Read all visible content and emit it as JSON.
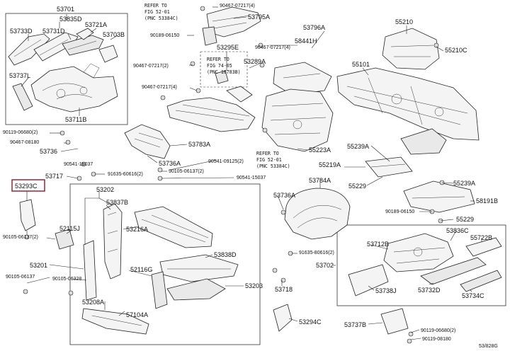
{
  "diagram_code": "53/828G",
  "references": {
    "fig_52_01_a": [
      "REFER TO",
      "FIG 52-01",
      "(PNC 53384C)"
    ],
    "fig_74_05": [
      "REFER TO",
      "FIG 74-05",
      "(PNC 16783B)"
    ],
    "fig_52_01_b": [
      "REFER TO",
      "FIG 52-01",
      "(PNC 53384C)"
    ]
  },
  "parts": {
    "p53701": "53701",
    "p53835d": "53835D",
    "p53733d": "53733D",
    "p53731d": "53731D",
    "p53721a": "53721A",
    "p53703b": "53703B",
    "p53737l": "53737L",
    "p53711b": "53711B",
    "p90467_07217_a": "90467-07217(4)",
    "p53795a": "53795A",
    "p90189_06150_a": "90189-06150",
    "p53295e": "53295E",
    "p90467_07217_b": "90467-07217(2)",
    "p90467_07217_c": "90467-07217(4)",
    "p90467_07217_d": "90467-07217(4)",
    "p53289a": "53289A",
    "p53796a": "53796A",
    "p58441h": "58441H",
    "p55210": "55210",
    "p55210c": "55210C",
    "p55101": "55101",
    "p90119_06680_a": "90119-06680(2)",
    "p90467_08180": "90467-08180",
    "p53736": "53736",
    "p90541_15037_a": "90541-15037",
    "p53736a": "53736A",
    "p53783a": "53783A",
    "p90541_09125": "90541-09125(2)",
    "p55223a": "55223A",
    "p55239a_a": "55239A",
    "p55219a": "55219A",
    "p55229_a": "55229",
    "p53293c": "53293C",
    "p53717": "53717",
    "p91635_60616": "91635-60616(2)",
    "p90105_06137_a": "90105-06137(2)",
    "p90541_15037_b": "90541-15037",
    "p53784a": "53784A",
    "p53736a_b": "53736A",
    "p55239a_b": "55239A",
    "p58191b": "58191B",
    "p90189_06150_b": "90189-06150",
    "p55229_b": "55229",
    "p53202": "53202",
    "p53837b": "53837B",
    "p52115j": "52115J",
    "p53216a": "53216A",
    "p90105_06137_b": "90105-06137(2)",
    "p53836c": "53836C",
    "p55722b": "55722B",
    "p53712b": "53712B",
    "p91635_80616": "91635-80616(2)",
    "p53201": "53201",
    "p53838d": "53838D",
    "p53702": "53702",
    "p90105_06137_c": "90105-06137",
    "p90105_06328": "90105-06328",
    "p52116g": "52116G",
    "p53203": "53203",
    "p53718": "53718",
    "p53738j": "53738J",
    "p53732d": "53732D",
    "p53734c": "53734C",
    "p53208a": "53208A",
    "p57104a": "57104A",
    "p53294c": "53294C",
    "p53737b": "53737B",
    "p90119_06680_b": "90119-06680(2)",
    "p90119_08180": "90119-08180"
  }
}
